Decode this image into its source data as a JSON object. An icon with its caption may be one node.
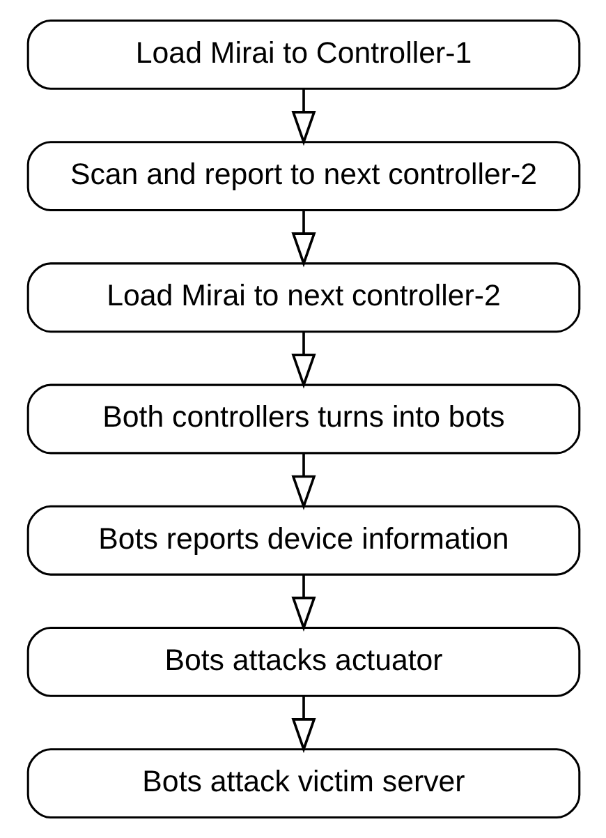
{
  "diagram": {
    "nodes": [
      {
        "text": [
          "Load Mirai to Controller-1"
        ]
      },
      {
        "text": [
          "Scan and report to next controller-2"
        ]
      },
      {
        "text": [
          "Load Mirai to next controller-2"
        ]
      },
      {
        "text": [
          "Both controllers turns into bots"
        ]
      },
      {
        "text": [
          "Bots reports device information"
        ]
      },
      {
        "text": [
          "Bots attacks actuator"
        ]
      },
      {
        "text": [
          "Bots attack victim server"
        ]
      }
    ],
    "edges": [
      {
        "from": 0,
        "to": 1,
        "arrow": "to"
      },
      {
        "from": 1,
        "to": 2,
        "arrow": "to"
      },
      {
        "from": 2,
        "to": 3,
        "arrow": "to"
      },
      {
        "from": 3,
        "to": 4,
        "arrow": "to"
      },
      {
        "from": 4,
        "to": 5,
        "arrow": "to"
      },
      {
        "from": 5,
        "to": 6,
        "arrow": "to"
      }
    ]
  }
}
